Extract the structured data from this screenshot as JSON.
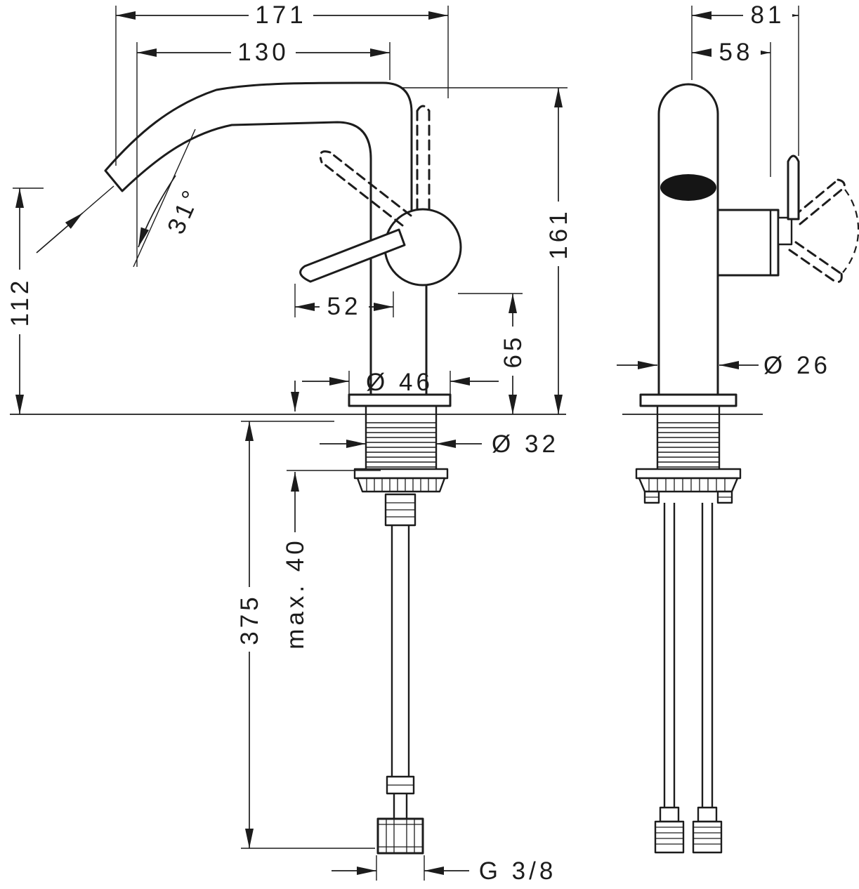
{
  "colors": {
    "line": "#1c1c1c",
    "background": "#ffffff"
  },
  "dimensions": {
    "overall_width": "171",
    "spout_reach": "130",
    "spout_height": "112",
    "overall_height": "161",
    "spout_angle": "31°",
    "handle_projection": "52",
    "aerator_height": "65",
    "base_diameter": "Ø 46",
    "shank_diameter": "Ø 32",
    "max_mounting_thickness": "max. 40",
    "hose_length": "375",
    "connection_thread": "G 3/8",
    "side_overall_width": "81",
    "side_handle_offset": "58",
    "body_diameter": "Ø 26"
  }
}
